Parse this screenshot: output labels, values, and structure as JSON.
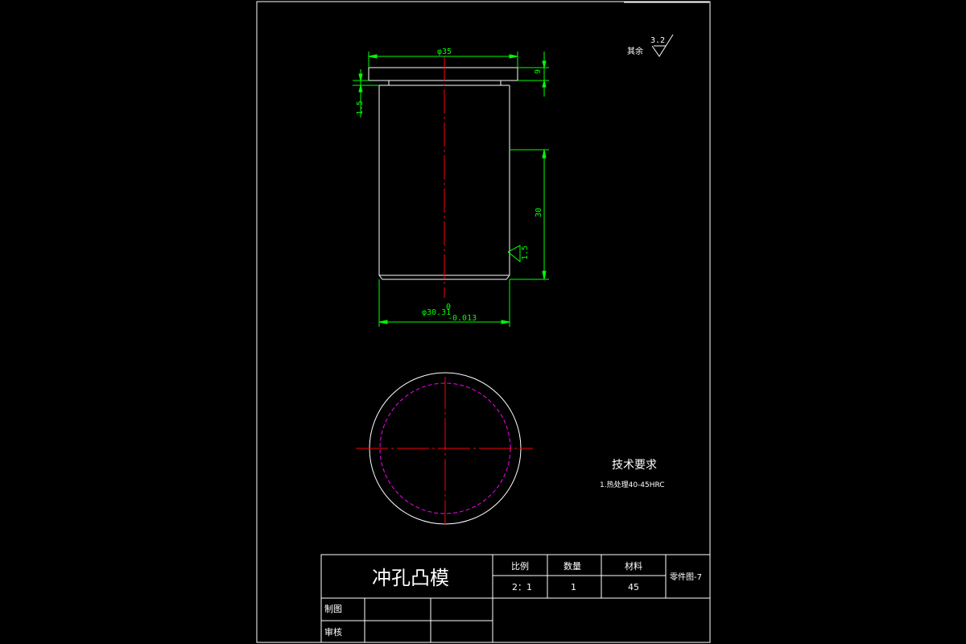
{
  "roughness": {
    "prefix": "其余",
    "value": "3.2"
  },
  "dimensions": {
    "top_diameter": "φ35",
    "flange_thickness": "9",
    "step_height": "1.5",
    "body_length": "30",
    "chamfer": "1.5",
    "body_diameter": "φ30.31",
    "tol_upper": "0",
    "tol_lower": "-0.013"
  },
  "tech_req": {
    "title": "技术要求",
    "item1": "1.热处理40-45HRC"
  },
  "title_block": {
    "part_name": "冲孔凸模",
    "scale_label": "比例",
    "qty_label": "数量",
    "material_label": "材料",
    "scale_value": "2：1",
    "qty_value": "1",
    "material_value": "45",
    "drawing_no": "零件图-7",
    "drawn_by": "制图",
    "checked_by": "审核"
  },
  "colors": {
    "outline": "#ffffff",
    "dimension": "#00ff00",
    "centerline": "#ff0000",
    "hidden": "#ff00ff",
    "background": "#000000"
  }
}
